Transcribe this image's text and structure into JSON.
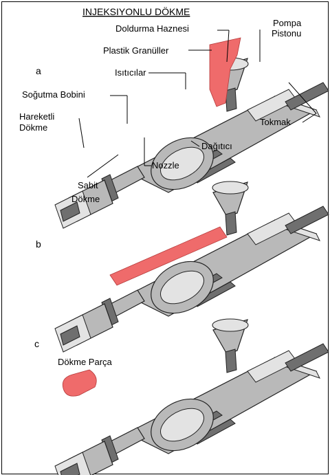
{
  "title": "INJEKSIYONLU DÖKME",
  "labels": {
    "doldurma_haznesi": "Doldurma Haznesi",
    "pompa_pistonu": "Pompa\nPistonu",
    "plastik_granuller": "Plastik Granüller",
    "isiticilar": "Isıtıcılar",
    "sogutma_bobini": "Soğutma Bobini",
    "hareketli_dokme": "Hareketli\nDökme",
    "tokmak": "Tokmak",
    "dagitici": "Dağıtıcı",
    "nozzle": "Nozzle",
    "sabit_dokme": "Sabit\nDökme",
    "dokme_parca": "Dökme Parça"
  },
  "stages": [
    "a",
    "b",
    "c"
  ],
  "colors": {
    "melt": "#ef6b6b",
    "body": "#b9b9b9",
    "dark": "#6f6f6f",
    "light": "#e3e3e3"
  }
}
